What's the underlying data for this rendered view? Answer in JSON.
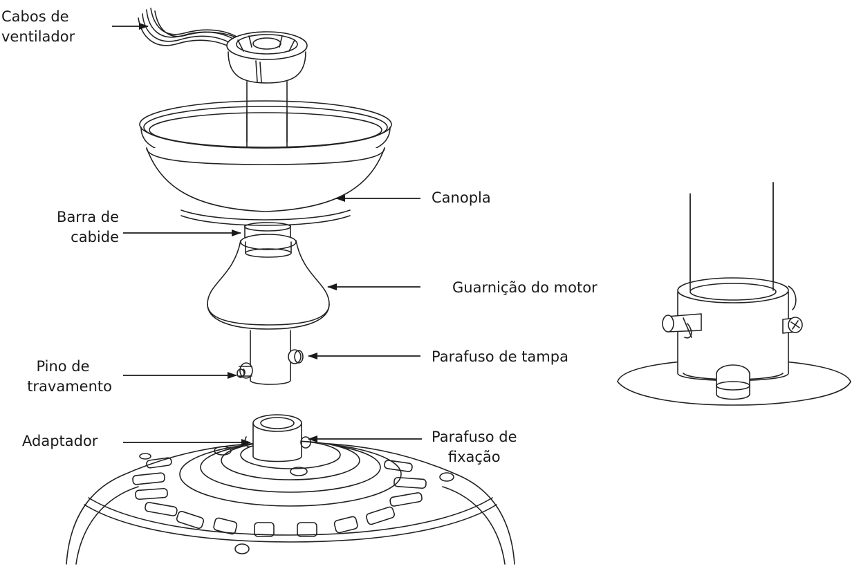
{
  "labels": {
    "fan_wires": {
      "line1": "Cabos de",
      "line2": "ventilador"
    },
    "canopy": "Canopla",
    "hanger_bar": {
      "line1": "Barra de",
      "line2": "cabide"
    },
    "motor_trim": "Guarnição do motor",
    "cap_screw": "Parafuso de tampa",
    "locking_pin": {
      "line1": "Pino de",
      "line2": "travamento"
    },
    "adapter": "Adaptador",
    "fixing_screw": {
      "line1": "Parafuso de",
      "line2": "fixação"
    }
  },
  "colors": {
    "ink": "#1a1a1a",
    "paper": "#ffffff"
  }
}
